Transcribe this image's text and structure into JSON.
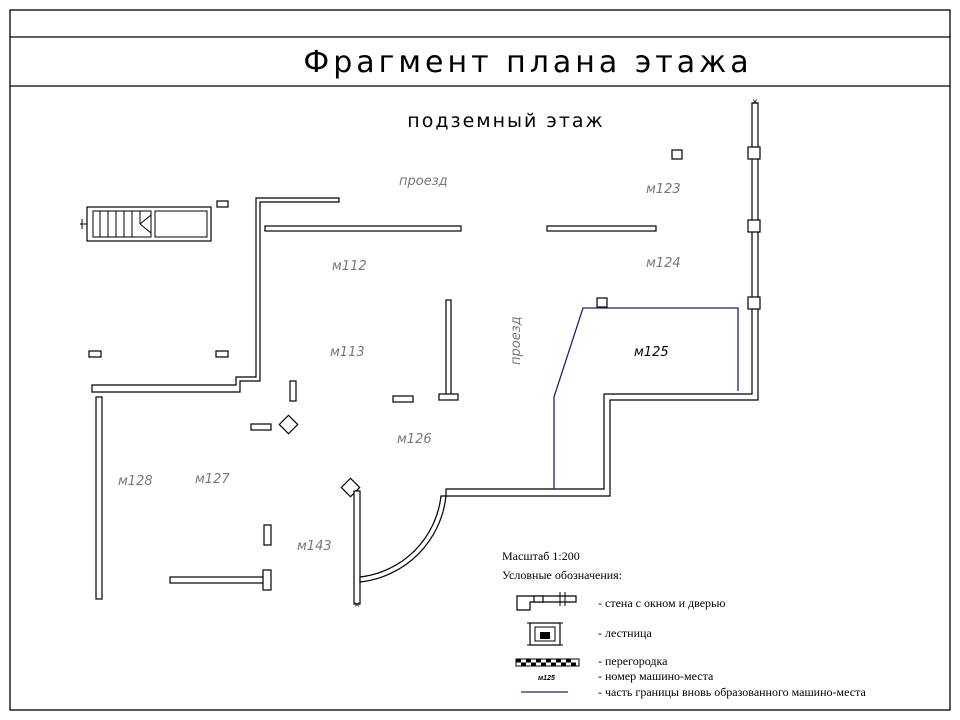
{
  "title": "Фрагмент плана этажа",
  "floor": "подземный этаж",
  "passages": [
    "проезд",
    "проезд"
  ],
  "spaces": {
    "m123": "м123",
    "m124": "м124",
    "m125": "м125",
    "m112": "м112",
    "m113": "м113",
    "m126": "м126",
    "m127": "м127",
    "m128": "м128",
    "m143": "м143"
  },
  "scale": "Масштаб 1:200",
  "legend": {
    "title": "Условные обозначения:",
    "items": [
      {
        "icon": "wall-window-door-icon",
        "label": "- стена с окном и дверью"
      },
      {
        "icon": "stairs-icon",
        "label": "- лестница"
      },
      {
        "icon": "partition-icon",
        "label": "- перегородка"
      },
      {
        "icon": "space-number-icon",
        "sample": "м125",
        "label": "- номер машино-места"
      },
      {
        "icon": "boundary-line-icon",
        "label": "- часть границы вновь образованного машино-места"
      }
    ]
  },
  "colors": {
    "boundary": "#1a237e",
    "label_gray": "#777777"
  }
}
